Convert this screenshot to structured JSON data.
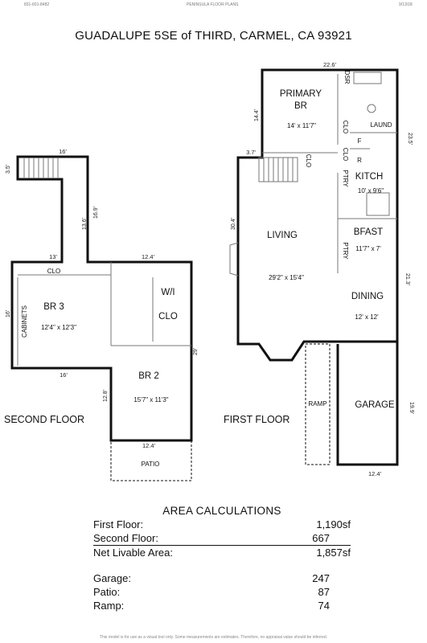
{
  "header": {
    "phone": "831-601-8482",
    "company": "PENINSULA FLOOR PLANS",
    "date": "9/13/18"
  },
  "title": "GUADALUPE 5SE of THIRD, CARMEL, CA  93921",
  "second_floor": {
    "label": "SECOND FLOOR",
    "rooms": {
      "br3_name": "BR 3",
      "br3_size": "12'4\" x 12'3\"",
      "br2_name": "BR 2",
      "br2_size": "15'7\" x 11'3\"",
      "wi_clo_1": "W/I",
      "wi_clo_2": "CLO",
      "clo": "CLO",
      "cabinets": "CABINETS",
      "patio": "PATIO"
    },
    "dims": {
      "top": "16'",
      "left_stair": "3.5'",
      "stair_len": "13.6'",
      "stair_right": "16.9'",
      "br3_top": "13'",
      "br2_top": "12.4'",
      "br3_left": "16'",
      "br3_bottom": "16'",
      "right_side": "29'",
      "br2_left": "12.8'",
      "patio_top": "12.4'"
    }
  },
  "first_floor": {
    "label": "FIRST FLOOR",
    "rooms": {
      "primary_1": "PRIMARY",
      "primary_2": "BR",
      "primary_size": "14' x 11'7\"",
      "dsr": "DSR",
      "laund": "LAUND",
      "clo_a": "CLO",
      "clo_b": "CLO",
      "clo_c": "CLO",
      "f": "F",
      "r": "R",
      "kitch": "KITCH",
      "kitch_size": "10' x 9'6\"",
      "ptry_a": "PTRY",
      "ptry_b": "PTRY",
      "living": "LIVING",
      "living_size": "29'2\" x 15'4\"",
      "bfast": "BFAST",
      "bfast_size": "11'7\" x 7'",
      "dining": "DINING",
      "dining_size": "12' x 12'",
      "ramp": "RAMP",
      "garage": "GARAGE"
    },
    "dims": {
      "top": "22.6'",
      "left_upper": "14.4'",
      "jog": "3.7'",
      "right_upper": "23.5'",
      "left": "30.4'",
      "right": "21.3'",
      "garage_right": "19.9'",
      "garage_bottom": "12.4'"
    }
  },
  "area_calculations": {
    "title": "AREA CALCULATIONS",
    "rows": [
      {
        "label": "First  Floor:",
        "value": "1,190sf"
      },
      {
        "label": "Second Floor:",
        "value": "667"
      },
      {
        "label": "Net Livable Area:",
        "value": "1,857sf"
      }
    ],
    "extras": [
      {
        "label": "Garage:",
        "value": "247"
      },
      {
        "label": "Patio:",
        "value": "87"
      },
      {
        "label": "Ramp:",
        "value": "74"
      }
    ]
  },
  "footer": "This model is for use as a visual tool only.  Some measurements are estimates.  Therefore, no appraisal value should be inferred."
}
